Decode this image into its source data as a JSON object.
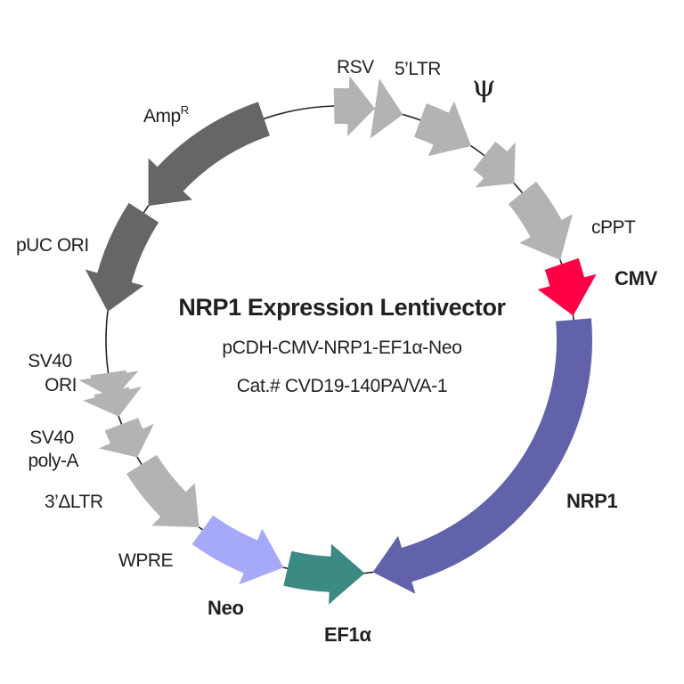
{
  "title": "NRP1 Expression Lentivector",
  "subtitle": "pCDH-CMV-NRP1-EF1α-Neo",
  "catalog": "Cat.# CVD19-140PA/VA-1",
  "features": [
    {
      "id": "rsv",
      "label": "RSV",
      "start": -1.5,
      "end": 8.5,
      "direction": "cw",
      "color": "#b3b3b3",
      "shape": "arrow",
      "bold": false
    },
    {
      "id": "ltr5",
      "label": "5’LTR",
      "start": 8.5,
      "end": 15.5,
      "direction": "cw",
      "color": "#b3b3b3",
      "shape": "triangle",
      "bold": false
    },
    {
      "id": "psi",
      "label": "ψ",
      "start": 20,
      "end": 34,
      "direction": "cw",
      "color": "#b3b3b3",
      "shape": "arrow",
      "bold": false
    },
    {
      "id": "rre",
      "label": "",
      "start": 38,
      "end": 48,
      "direction": "cw",
      "color": "#b3b3b3",
      "shape": "arrow",
      "bold": false
    },
    {
      "id": "cppt",
      "label": "cPPT",
      "start": 51,
      "end": 70,
      "direction": "cw",
      "color": "#b3b3b3",
      "shape": "arrow",
      "bold": false
    },
    {
      "id": "cmv",
      "label": "CMV",
      "start": 71,
      "end": 84,
      "direction": "cw",
      "color": "#ff0047",
      "shape": "arrow",
      "bold": true
    },
    {
      "id": "nrp1",
      "label": "NRP1",
      "start": 85,
      "end": 172,
      "direction": "cw",
      "color": "#6262aa",
      "shape": "arrow",
      "bold": true
    },
    {
      "id": "ef1a",
      "label": "EF1α",
      "start": 174,
      "end": 193,
      "direction": "ccw",
      "color": "#3b8a84",
      "shape": "arrow",
      "bold": true
    },
    {
      "id": "neo",
      "label": "Neo",
      "start": 194,
      "end": 216,
      "direction": "ccw",
      "color": "#a6a9f7",
      "shape": "arrow",
      "bold": true
    },
    {
      "id": "wpre",
      "label": "WPRE",
      "start": 217,
      "end": 238,
      "direction": "ccw",
      "color": "#b3b3b3",
      "shape": "arrow",
      "bold": false
    },
    {
      "id": "ltr3",
      "label": "3’ΔLTR",
      "start": 0,
      "end": 0,
      "direction": "ccw",
      "color": "#b3b3b3",
      "shape": "none",
      "bold": false
    },
    {
      "id": "sv40pa",
      "label": "SV40 poly-A",
      "start": 240,
      "end": 249,
      "direction": "ccw",
      "color": "#b3b3b3",
      "shape": "arrow",
      "bold": false
    },
    {
      "id": "sv40ori",
      "label": "SV40 ORI",
      "start": 251,
      "end": 262,
      "direction": "ccw",
      "color": "#b3b3b3",
      "shape": "double",
      "bold": false
    },
    {
      "id": "puc",
      "label": "pUC ORI",
      "start": 277,
      "end": 303,
      "direction": "ccw",
      "color": "#666666",
      "shape": "arrow",
      "bold": false
    },
    {
      "id": "ampr",
      "label": "Amp",
      "label_sup": "R",
      "start": 305,
      "end": 341,
      "direction": "ccw",
      "color": "#666666",
      "shape": "arrow",
      "bold": false
    }
  ]
}
